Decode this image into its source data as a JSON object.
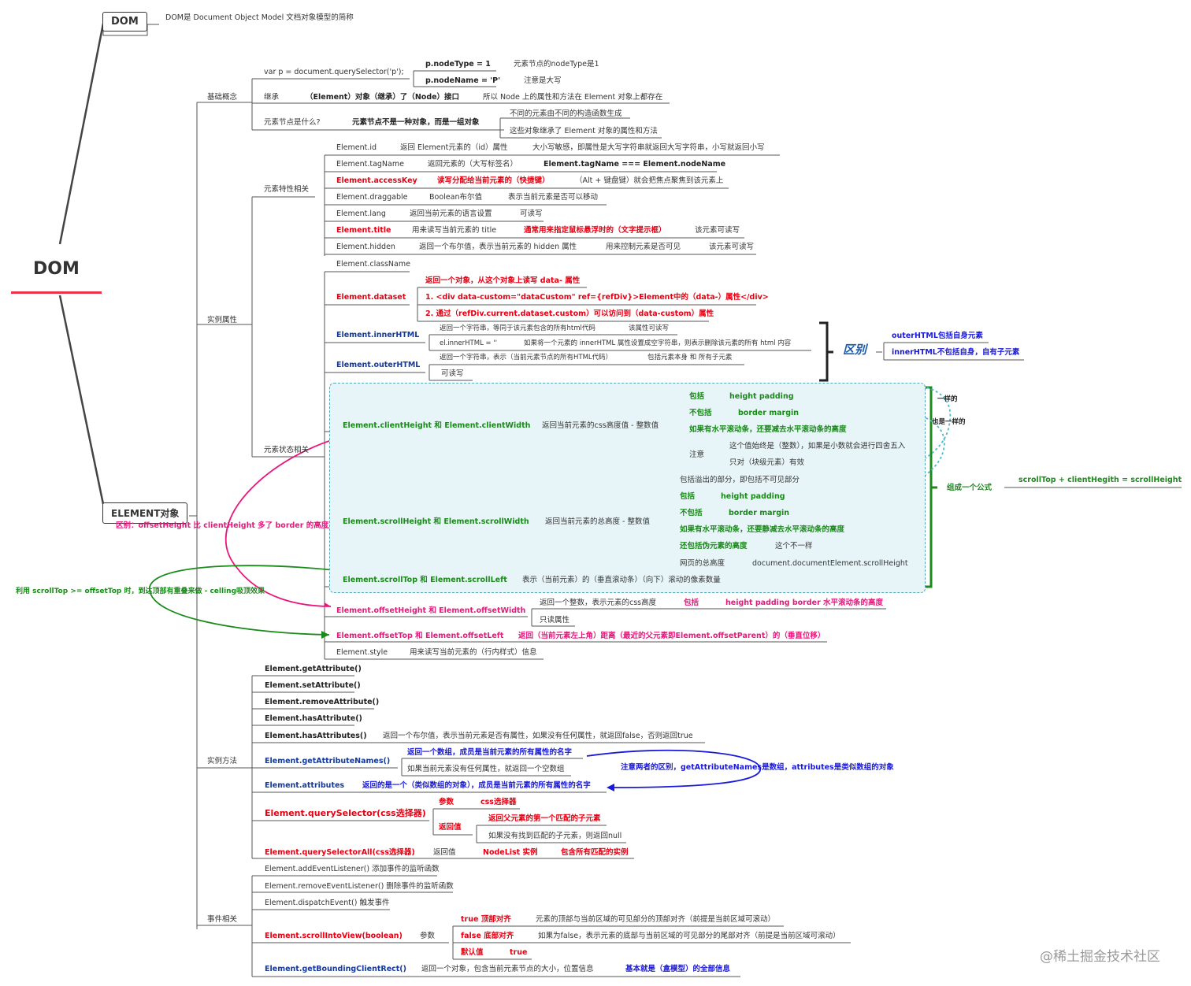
{
  "root": {
    "title": "DOM"
  },
  "dom_node": {
    "label": "DOM",
    "desc": "DOM是 Document Object Model 文档对象模型的简称"
  },
  "element_node": {
    "label": "ELEMENT对象"
  },
  "basic": {
    "label": "基础概念",
    "qs": "var p = document.querySelector('p');",
    "nodeType": "p.nodeType = 1",
    "nodeType_desc": "元素节点的nodeType是1",
    "nodeName": "p.nodeName = 'P'",
    "nodeName_desc": "注意是大写",
    "inherit": "继承",
    "inherit_b": "（Element）对象（继承）了（Node）接口",
    "inherit_desc": "所以 Node 上的属性和方法在 Element 对象上都存在",
    "what": "元素节点是什么?",
    "what_b": "元素节点不是一种对象，而是一组对象",
    "what_1": "不同的元素由不同的构造函数生成",
    "what_2": "这些对象继承了 Element 对象的属性和方法"
  },
  "instance_props": {
    "label": "实例属性",
    "feature_label": "元素特性相关",
    "state_label": "元素状态相关",
    "id": "Element.id",
    "id_1": "返回 Element元素的（id）属性",
    "id_2": "大小写敏感，即属性是大写字符串就返回大写字符串，小写就返回小写",
    "tag": "Element.tagName",
    "tag_1": "返回元素的（大写标签名）",
    "tag_2": "Element.tagName === Element.nodeName",
    "ak": "Element.accessKey",
    "ak_1": "读写分配给当前元素的（快捷键）",
    "ak_2": "（Alt + 键盘键）就会把焦点聚焦到该元素上",
    "drag": "Element.draggable",
    "drag_1": "Boolean布尔值",
    "drag_2": "表示当前元素是否可以移动",
    "lang": "Element.lang",
    "lang_1": "返回当前元素的语言设置",
    "lang_2": "可读写",
    "title": "Element.title",
    "title_1": "用来读写当前元素的 title",
    "title_2": "通常用来指定鼠标悬浮时的（文字提示框）",
    "title_3": "该元素可读写",
    "hidden": "Element.hidden",
    "hidden_1": "返回一个布尔值，表示当前元素的 hidden 属性",
    "hidden_2": "用来控制元素是否可见",
    "hidden_3": "该元素可读写",
    "className": "Element.className",
    "dataset": "Element.dataset",
    "dataset_1": "返回一个对象，从这个对象上读写 data- 属性",
    "dataset_2": "1. <div data-custom=\"dataCustom\" ref={refDiv}>Element中的（data-）属性</div>",
    "dataset_3": "2. 通过（refDiv.current.dataset.custom）可以访问到（data-custom）属性",
    "inner": "Element.innerHTML",
    "inner_1": "返回一个字符串，等同于该元素包含的所有html代码",
    "inner_1b": "该属性可读写",
    "inner_2": "el.innerHTML = ''",
    "inner_2b": "如果将一个元素的 innerHTML 属性设置成空字符串，则表示删除该元素的所有 html 内容",
    "outer": "Element.outerHTML",
    "outer_1": "返回一个字符串，表示（当前元素节点的所有HTML代码）",
    "outer_1b": "包括元素本身 和 所有子元素",
    "outer_2": "可读写",
    "diff": "区别",
    "diff_1": "outerHTML包括自身元素",
    "diff_2": "innerHTML不包括自身，自有子元素",
    "client": "Element.clientHeight 和 Element.clientWidth",
    "client_1": "返回当前元素的css高度值 - 整数值",
    "c_inc": "包括",
    "c_inc_v": "height padding",
    "c_exc": "不包括",
    "c_exc_v": "border margin",
    "c_scroll": "如果有水平滚动条，还要减去水平滚动条的高度",
    "c_note": "注意",
    "c_note_1": "这个值始终是（整数），如果是小数就会进行四舍五入",
    "c_note_2": "只对（块级元素）有效",
    "same1": "一样的",
    "same2": "也是一样的",
    "sh": "Element.scrollHeight 和  Element.scrollWidth",
    "sh_1": "返回当前元素的总高度 - 整数值",
    "sh_a": "包括溢出的部分，即包括不可见部分",
    "sh_inc": "包括",
    "sh_inc_v": "height padding",
    "sh_exc": "不包括",
    "sh_exc_v": "border margin",
    "sh_scroll": "如果有水平滚动条，还要静减去水平滚动条的高度",
    "sh_pseudo": "还包括伪元素的高度",
    "sh_pseudo_v": "这个不一样",
    "sh_page": "网页的总高度",
    "sh_page_v": "document.documentElement.scrollHeight",
    "st": "Element.scrollTop 和 Element.scrollLeft",
    "st_1": "表示（当前元素）的（垂直滚动条）（向下）滚动的像素数量",
    "formula_label": "组成一个公式",
    "formula": "scrollTop + clientHegith = scrollHeight",
    "offdiff": "区别：offsetHeight 比 clientHeight 多了 border 的高度",
    "ceiling": "利用 scrollTop >= offsetTop 时，到达顶部有重叠来做 - celling吸顶效果",
    "oh": "Element.offsetHeight 和 Element.offsetWidth",
    "oh_1": "返回一个整数，表示元素的css高度",
    "oh_inc": "包括",
    "oh_inc_v": "height padding border 水平滚动条的高度",
    "oh_2": "只读属性",
    "ot": "Element.offsetTop 和 Element.offsetLeft",
    "ot_1": "返回（当前元素左上角）距离（最近的父元素即Element.offsetParent）的（垂直位移）",
    "style": "Element.style",
    "style_1": "用来读写当前元素的（行内样式）信息"
  },
  "methods": {
    "label": "实例方法",
    "getA": "Element.getAttribute()",
    "setA": "Element.setAttribute()",
    "remA": "Element.removeAttribute()",
    "hasA": "Element.hasAttribute()",
    "hasAs": "Element.hasAttributes()",
    "hasAs_1": "返回一个布尔值，表示当前元素是否有属性，如果没有任何属性，就返回false，否则返回true",
    "gan": "Element.getAttributeNames()",
    "gan_1": "返回一个数组，成员是当前元素的所有属性的名字",
    "gan_2": "如果当前元素没有任何属性，就返回一个空数组",
    "attrs": "Element.attributes",
    "attrs_1": "返回的是一个（类似数组的对象），成员是当前元素的所有属性的名字",
    "attr_note": "注意两者的区别，getAttributeNames是数组，attributes是类似数组的对象",
    "qs": "Element.querySelector(css选择器)",
    "qs_param": "参数",
    "qs_param_v": "css选择器",
    "qs_ret": "返回值",
    "qs_ret_1": "返回父元素的第一个匹配的子元素",
    "qs_ret_2": "如果没有找到匹配的子元素，则返回null",
    "qsa": "Element.querySelectorAll(css选择器)",
    "qsa_ret": "返回值",
    "qsa_ret_v": "NodeList 实例",
    "qsa_ret_d": "包含所有匹配的实例"
  },
  "events": {
    "label": "事件相关",
    "add": "Element.addEventListener() 添加事件的监听函数",
    "remove": "Element.removeEventListener() 删除事件的监听函数",
    "dispatch": "Element.dispatchEvent() 触发事件",
    "siv": "Element.scrollIntoView(boolean)",
    "siv_param": "参数",
    "siv_t": "true 顶部对齐",
    "siv_t_d": "元素的顶部与当前区域的可见部分的顶部对齐（前提是当前区域可滚动）",
    "siv_f": "false 底部对齐",
    "siv_f_d": "如果为false，表示元素的底部与当前区域的可见部分的尾部对齐（前提是当前区域可滚动）",
    "siv_d": "默认值",
    "siv_d_v": "true",
    "gbcr": "Element.getBoundingClientRect()",
    "gbcr_1": "返回一个对象，包含当前元素节点的大小，位置信息",
    "gbcr_2": "基本就是（盒模型）的全部信息"
  },
  "watermark": "@稀土掘金技术社区"
}
